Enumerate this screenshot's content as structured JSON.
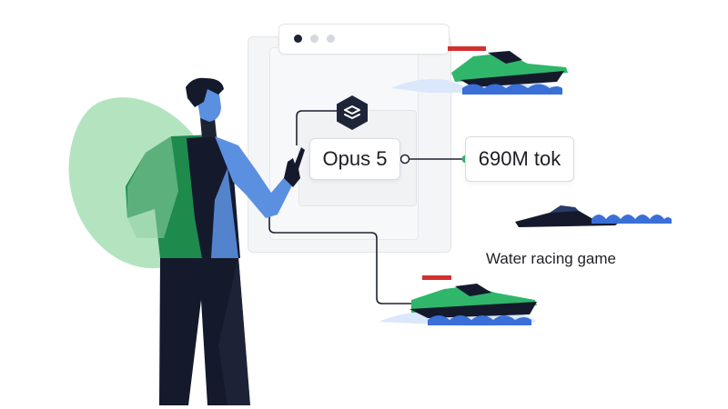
{
  "model_label": "Opus 5",
  "token_count": "690M tok",
  "game_caption": "Water racing game",
  "colors": {
    "navy": "#141a2c",
    "blue": "#5b8fe0",
    "green": "#2fb66a",
    "light_green": "#a6dfb4",
    "wave_blue": "#3a6fd8",
    "red": "#d32f2f"
  },
  "icons": {
    "hex_badge": "layers-icon",
    "browser_dots": [
      "dot-dark",
      "dot-light",
      "dot-light"
    ]
  }
}
